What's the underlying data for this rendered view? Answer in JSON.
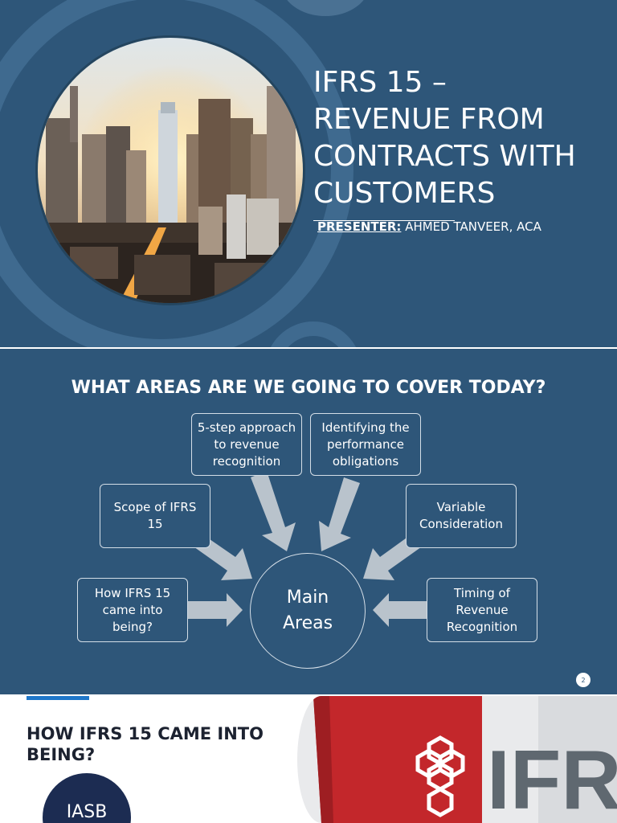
{
  "slide1": {
    "title_lines": [
      "IFRS 15 –",
      "REVENUE FROM",
      "CONTRACTS WITH",
      "CUSTOMERS"
    ],
    "presenter_label": "PRESENTER:",
    "presenter_name": " AHMED TANVEER, ACA"
  },
  "slide2": {
    "title": "WHAT AREAS ARE WE GOING TO COVER TODAY?",
    "center": [
      "Main",
      "Areas"
    ],
    "topics": {
      "five_step": [
        "5-step approach",
        "to revenue",
        "recognition"
      ],
      "performance": [
        "Identifying the",
        "performance",
        "obligations"
      ],
      "scope": [
        "Scope of IFRS",
        "15"
      ],
      "variable": [
        "Variable",
        "Consideration"
      ],
      "history": [
        "How IFRS 15",
        "came into",
        "being?"
      ],
      "timing": [
        "Timing of",
        "Revenue",
        "Recognition"
      ]
    },
    "page_number": "2"
  },
  "slide3": {
    "title_lines": [
      "HOW IFRS 15 CAME INTO",
      "BEING?"
    ],
    "iasb_label": "IASB",
    "sign_text": "IFRS"
  },
  "colors": {
    "slide_bg": "#2e5679",
    "accent_blue": "#1f77c9",
    "iasb_navy": "#1c2c52",
    "ifrs_red": "#c3272b",
    "arrow_grey": "#b9c3cc"
  }
}
